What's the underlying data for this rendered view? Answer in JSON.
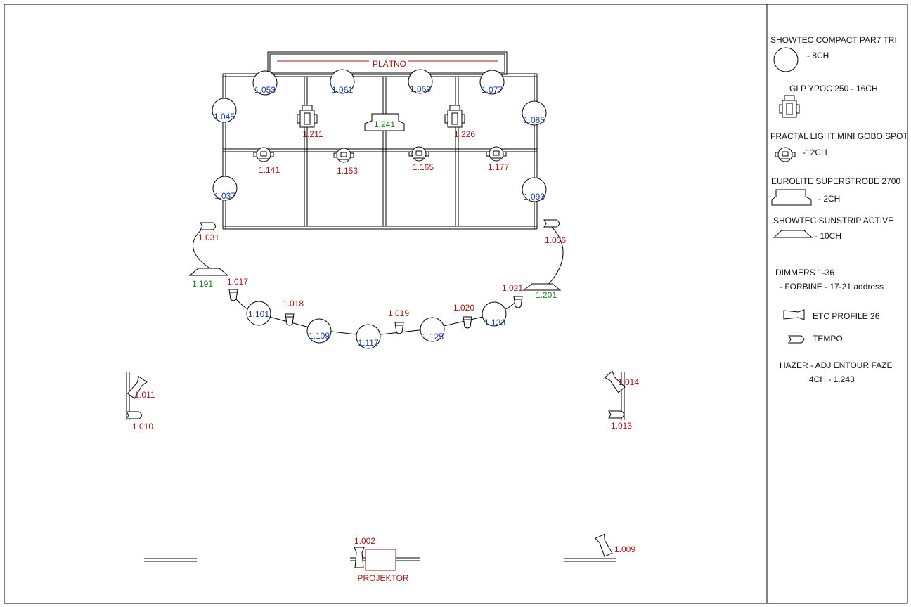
{
  "colors": {
    "blue": "#1a3d9a",
    "red": "#a01818",
    "green": "#1d7a1d",
    "line": "#000000"
  },
  "screen_label": "PLÁTNO",
  "projector_label": "PROJEKTOR",
  "legend": {
    "par": "SHOWTEC COMPACT PAR7 TRI",
    "par_ch": "- 8CH",
    "glp": "GLP YPOC 250 - 16CH",
    "fractal": "FRACTAL LIGHT MINI GOBO SPOT",
    "fractal_ch": "-12CH",
    "strobe": "EUROLITE SUPERSTROBE 2700",
    "strobe_ch": "- 2CH",
    "sunstrip": "SHOWTEC SUNSTRIP ACTIVE",
    "sunstrip_ch": "- 10CH",
    "dimmers": "DIMMERS 1-36",
    "forbine": "- FORBINE - 17-21 address",
    "etc": "ETC PROFILE 26",
    "tempo": "TEMPO",
    "hazer": "HAZER - ADJ ENTOUR FAZE",
    "hazer_ch": "4CH - 1.243"
  },
  "par_lights": [
    "1.053",
    "1.061",
    "1.069",
    "1.077",
    "1.045",
    "1.085",
    "1.037",
    "1.093",
    "1.101",
    "1.109",
    "1.117",
    "1.125",
    "1.133"
  ],
  "glp_lights": [
    "1.211",
    "1.226"
  ],
  "strobe_label": "1.241",
  "fractal_lights": [
    "1.141",
    "1.153",
    "1.165",
    "1.177"
  ],
  "sunstrips": [
    "1.191",
    "1.201"
  ],
  "tempo_lights": [
    "1.031",
    "1.036"
  ],
  "dimmer_spots": [
    "1.017",
    "1.018",
    "1.019",
    "1.020",
    "1.021"
  ],
  "profiles": [
    "1.011",
    "1.010",
    "1.014",
    "1.013",
    "1.002",
    "1.009"
  ]
}
